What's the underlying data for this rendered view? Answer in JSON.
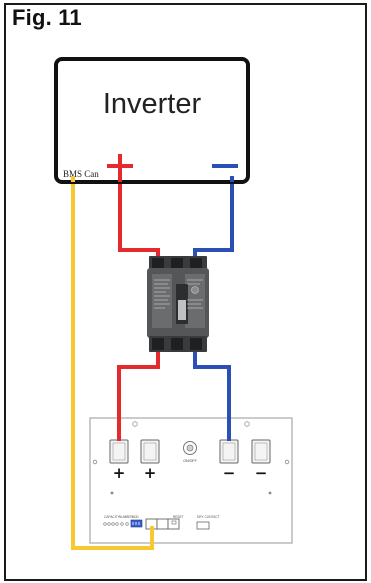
{
  "figure": {
    "label": "Fig. 11"
  },
  "inverter": {
    "title": "Inverter",
    "bms_label": "BMS Can",
    "positive_symbol": "+",
    "negative_symbol": "−"
  },
  "battery": {
    "terminal_signs": [
      "+",
      "+",
      "−",
      "−"
    ],
    "switch_label": "ON/OFF",
    "panel_labels": [
      "CAPACITY",
      "NUMBER",
      "ADD",
      "RESET",
      "DRY CONTACT"
    ]
  },
  "colors": {
    "positive_wire": "#e52a2e",
    "negative_wire": "#2b4fb5",
    "communication_wire": "#f7c830",
    "frame": "#1a1a1a",
    "breaker_body": "#545658"
  }
}
